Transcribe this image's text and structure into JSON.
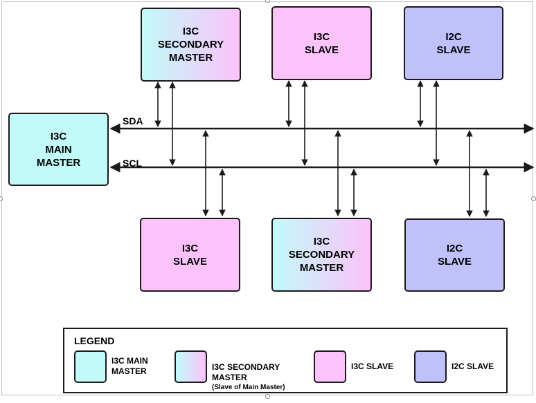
{
  "colors": {
    "main_master": "#c2fafa",
    "slave_i3c": "#fcc2fa",
    "slave_i2c": "#c0c0fa",
    "secondary_gradient_start": "#c2fafa",
    "secondary_gradient_end": "#fcc2fa",
    "stroke": "#1a1a1a"
  },
  "bus": {
    "sda_label": "SDA",
    "scl_label": "SCL"
  },
  "blocks": {
    "main_master": "I3C\nMAIN\nMASTER",
    "top_secondary_master": "I3C\nSECONDARY\nMASTER",
    "top_i3c_slave": "I3C\nSLAVE",
    "top_i2c_slave": "I2C\nSLAVE",
    "bottom_i3c_slave": "I3C\nSLAVE",
    "bottom_secondary_master": "I3C\nSECONDARY\nMASTER",
    "bottom_i2c_slave": "I2C\nSLAVE"
  },
  "legend": {
    "title": "LEGEND",
    "main_master": "I3C MAIN\nMASTER",
    "secondary_master": "I3C SECONDARY\nMASTER",
    "secondary_note": "(Slave of Main Master)",
    "i3c_slave": "I3C SLAVE",
    "i2c_slave": "I2C SLAVE"
  }
}
